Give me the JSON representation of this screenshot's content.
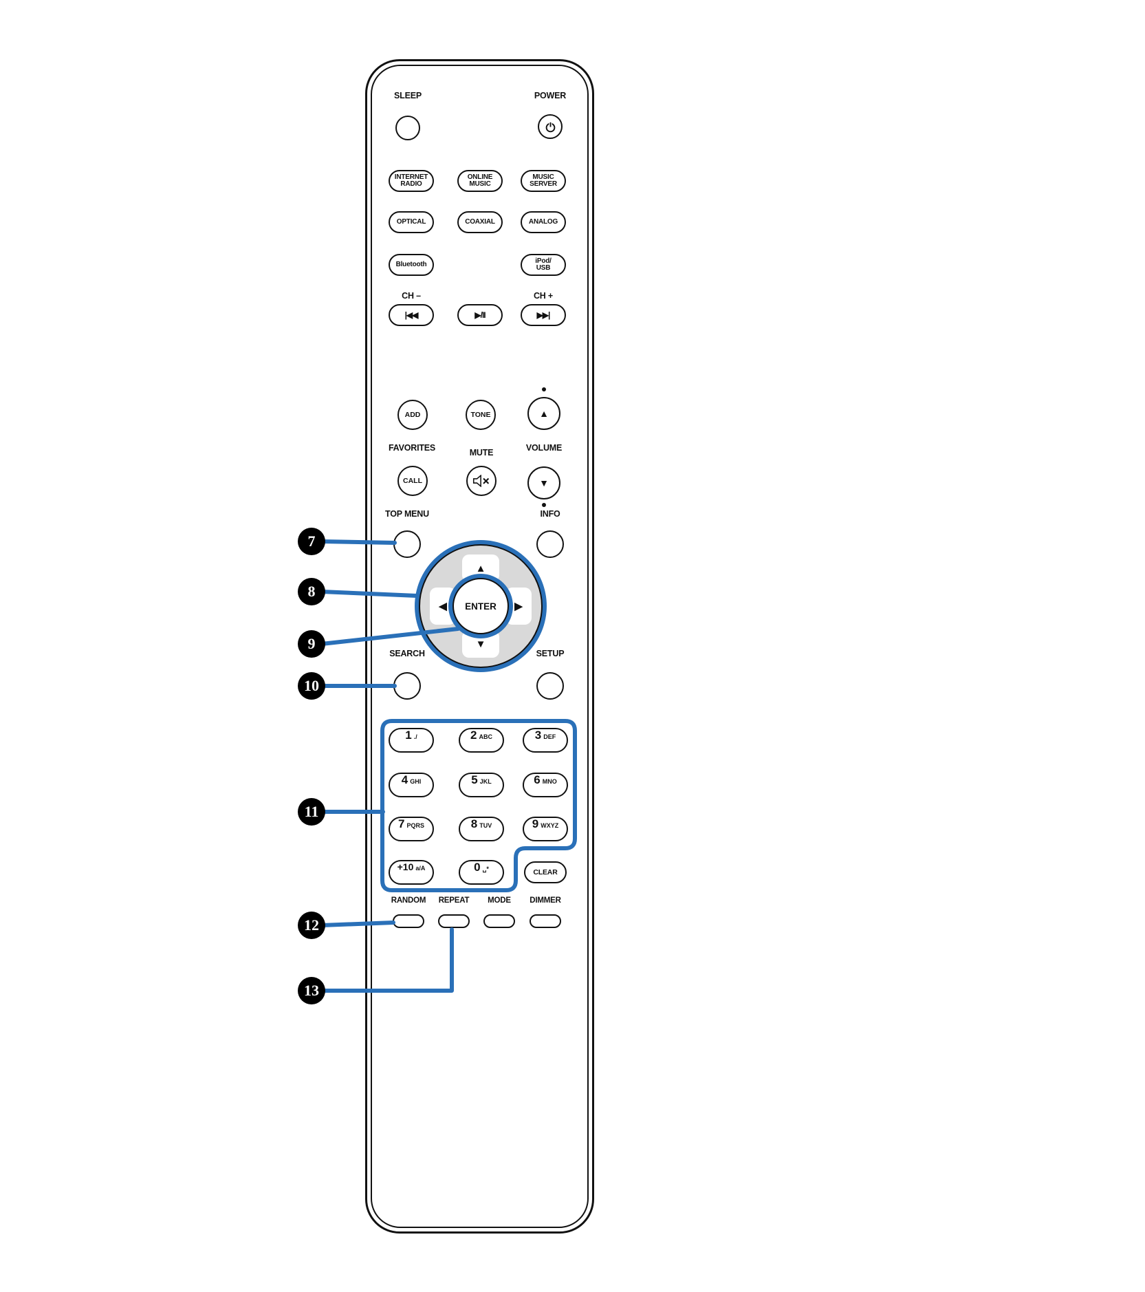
{
  "colors": {
    "accent": "#2a70b8",
    "dpad_gray": "#d9d9d9"
  },
  "top_buttons": {
    "sleep_label": "SLEEP",
    "power_label": "POWER"
  },
  "sources": {
    "internet_radio": {
      "l1": "INTERNET",
      "l2": "RADIO"
    },
    "online_music": {
      "l1": "ONLINE",
      "l2": "MUSIC"
    },
    "music_server": {
      "l1": "MUSIC",
      "l2": "SERVER"
    },
    "optical": "OPTICAL",
    "coaxial": "COAXIAL",
    "analog": "ANALOG",
    "bluetooth": "Bluetooth",
    "ipod_usb": {
      "l1": "iPod/",
      "l2": "USB"
    }
  },
  "channel": {
    "minus": "CH –",
    "plus": "CH +"
  },
  "transport": {
    "skip_back": "|◀◀",
    "play_pause": "▶/II",
    "skip_forward": "▶▶|"
  },
  "middle": {
    "add": "ADD",
    "tone": "TONE",
    "favorites": "FAVORITES",
    "mute_label": "MUTE",
    "volume_label": "VOLUME",
    "call": "CALL",
    "volume_up_icon": "▲",
    "volume_down_icon": "▼"
  },
  "menu": {
    "top_menu": "TOP MENU",
    "info": "INFO",
    "search": "SEARCH",
    "setup": "SETUP"
  },
  "cursor": {
    "up": "▲",
    "down": "▼",
    "left": "◀",
    "right": "▶",
    "enter": "ENTER"
  },
  "keypad": {
    "keys": [
      {
        "num": "1",
        "letters": "./"
      },
      {
        "num": "2",
        "letters": "ABC"
      },
      {
        "num": "3",
        "letters": "DEF"
      },
      {
        "num": "4",
        "letters": "GHI"
      },
      {
        "num": "5",
        "letters": "JKL"
      },
      {
        "num": "6",
        "letters": "MNO"
      },
      {
        "num": "7",
        "letters": "PQRS"
      },
      {
        "num": "8",
        "letters": "TUV"
      },
      {
        "num": "9",
        "letters": "WXYZ"
      },
      {
        "num": "+10",
        "letters": "a/A"
      },
      {
        "num": "0",
        "letters": "␣*"
      }
    ],
    "clear": "CLEAR"
  },
  "bottom": {
    "random": "RANDOM",
    "repeat": "REPEAT",
    "mode": "MODE",
    "dimmer": "DIMMER"
  },
  "callouts": [
    "7",
    "8",
    "9",
    "10",
    "11",
    "12",
    "13"
  ]
}
